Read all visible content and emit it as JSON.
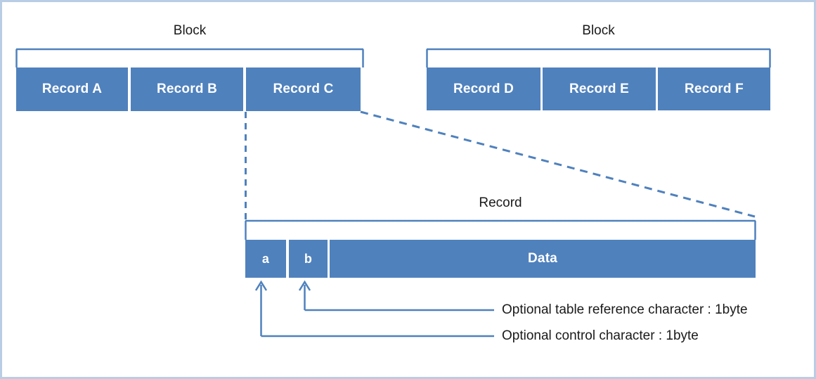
{
  "diagram": {
    "title_block_left": "Block",
    "title_block_right": "Block",
    "title_record": "Record",
    "colors": {
      "fill": "#4f81bd",
      "line": "#4f81bd",
      "border": "#b9cde5",
      "text": "#1a1a1a",
      "box_text": "#ffffff"
    },
    "block_left": {
      "label": "Block",
      "records": [
        {
          "label": "Record A"
        },
        {
          "label": "Record B"
        },
        {
          "label": "Record C"
        }
      ]
    },
    "block_right": {
      "label": "Block",
      "records": [
        {
          "label": "Record D"
        },
        {
          "label": "Record E"
        },
        {
          "label": "Record F"
        }
      ]
    },
    "record_detail": {
      "label": "Record",
      "fields": [
        {
          "label": "a"
        },
        {
          "label": "b"
        },
        {
          "label": "Data"
        }
      ]
    },
    "annotations": [
      {
        "text": "Optional table reference character : 1byte"
      },
      {
        "text": "Optional control character : 1byte"
      }
    ]
  }
}
